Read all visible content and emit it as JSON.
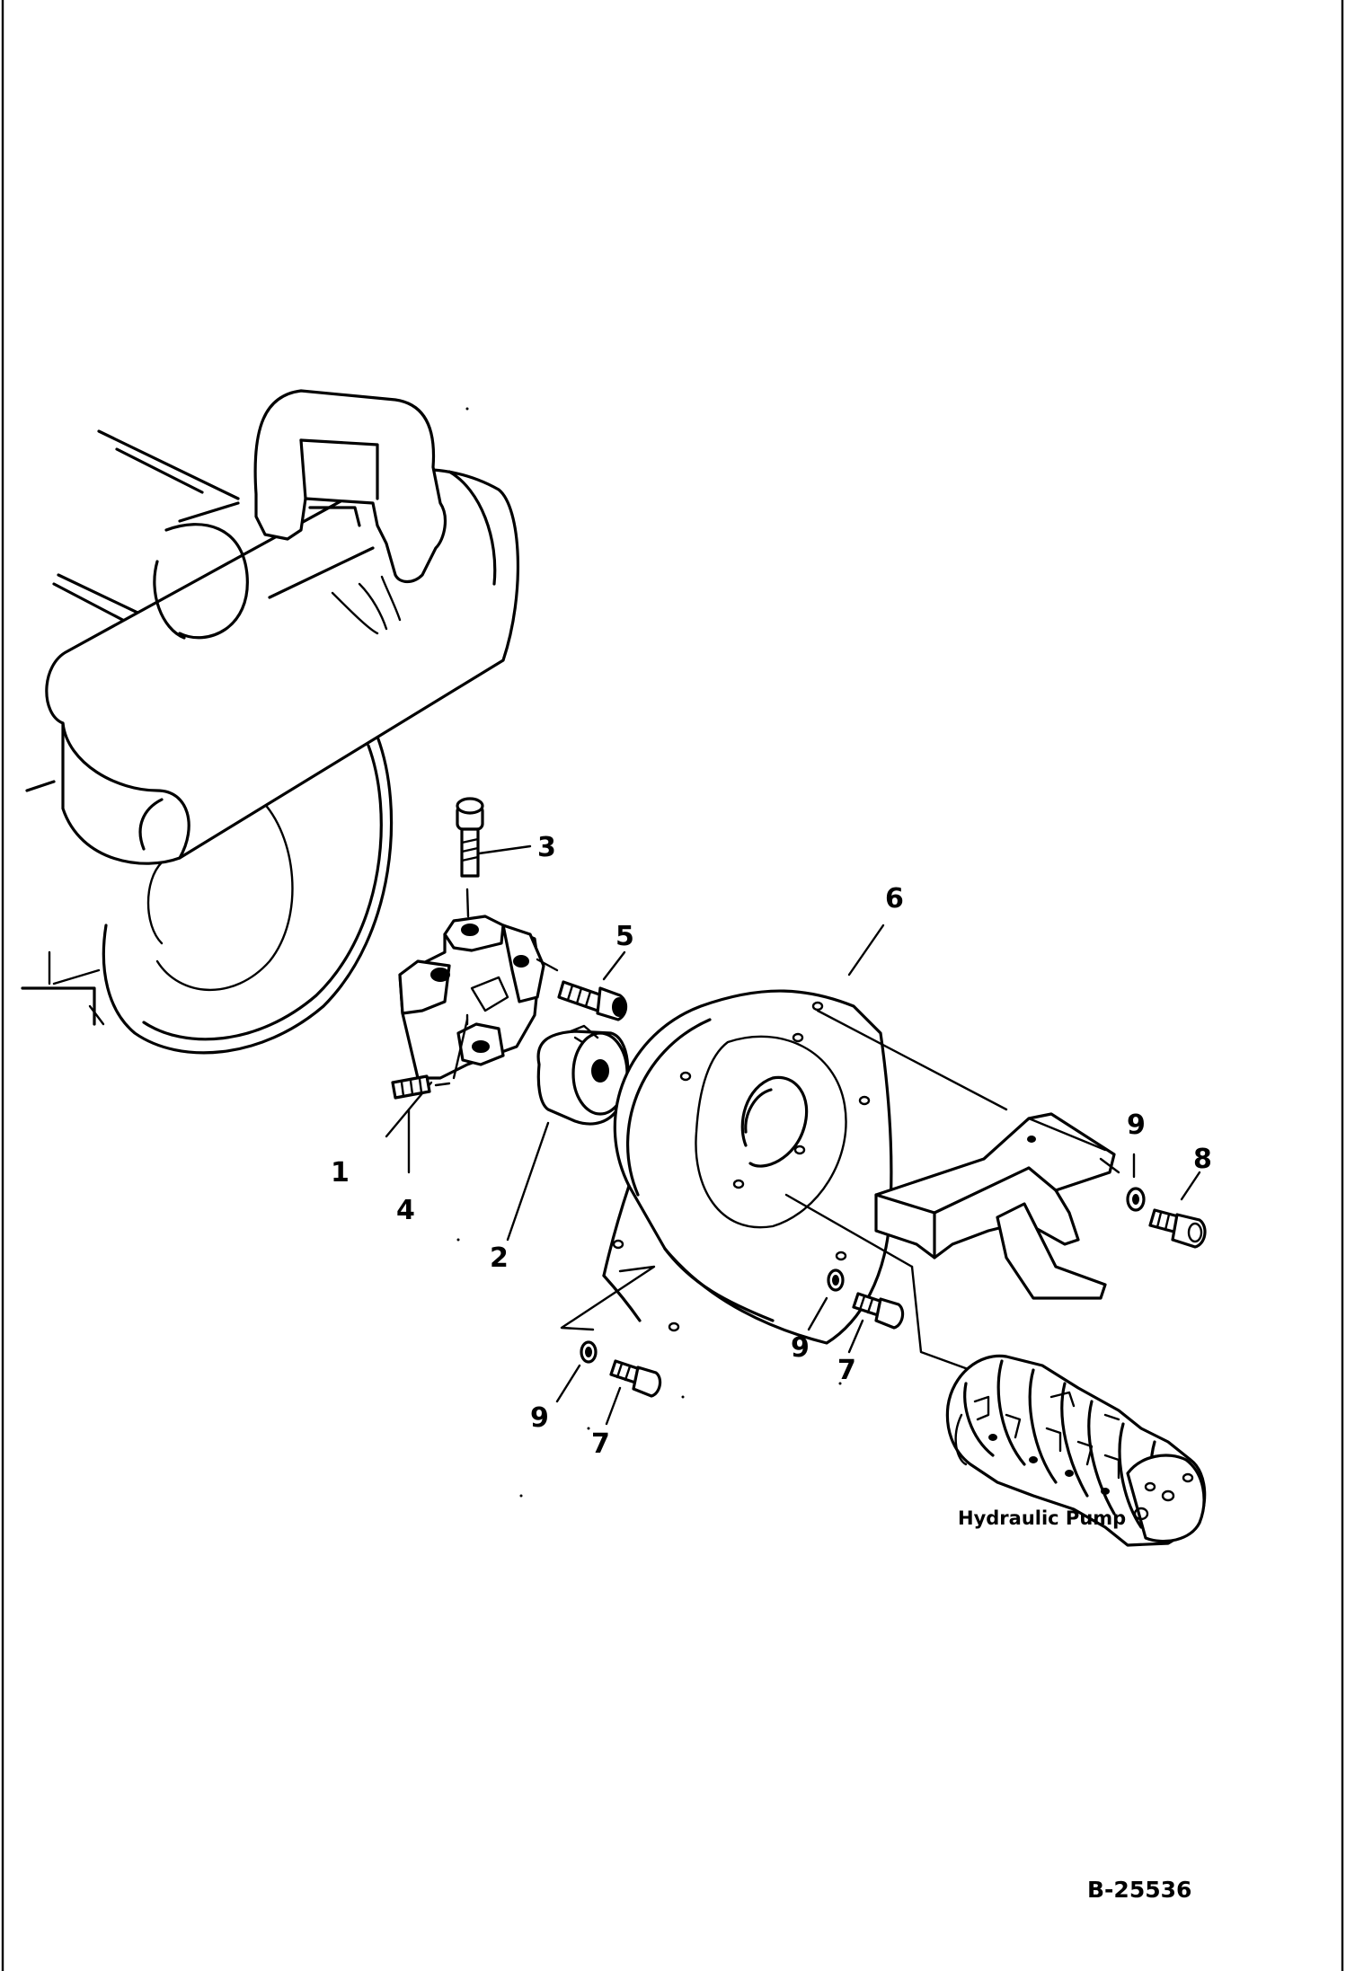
{
  "callouts": [
    {
      "id": "1",
      "label": "1"
    },
    {
      "id": "2",
      "label": "2"
    },
    {
      "id": "3",
      "label": "3"
    },
    {
      "id": "4",
      "label": "4"
    },
    {
      "id": "5",
      "label": "5"
    },
    {
      "id": "6",
      "label": "6"
    },
    {
      "id": "7a",
      "label": "7"
    },
    {
      "id": "7b",
      "label": "7"
    },
    {
      "id": "8",
      "label": "8"
    },
    {
      "id": "9a",
      "label": "9"
    },
    {
      "id": "9b",
      "label": "9"
    },
    {
      "id": "9c",
      "label": "9"
    }
  ],
  "component_label": "Hydraulic Pump",
  "drawing_code": "B-25536"
}
